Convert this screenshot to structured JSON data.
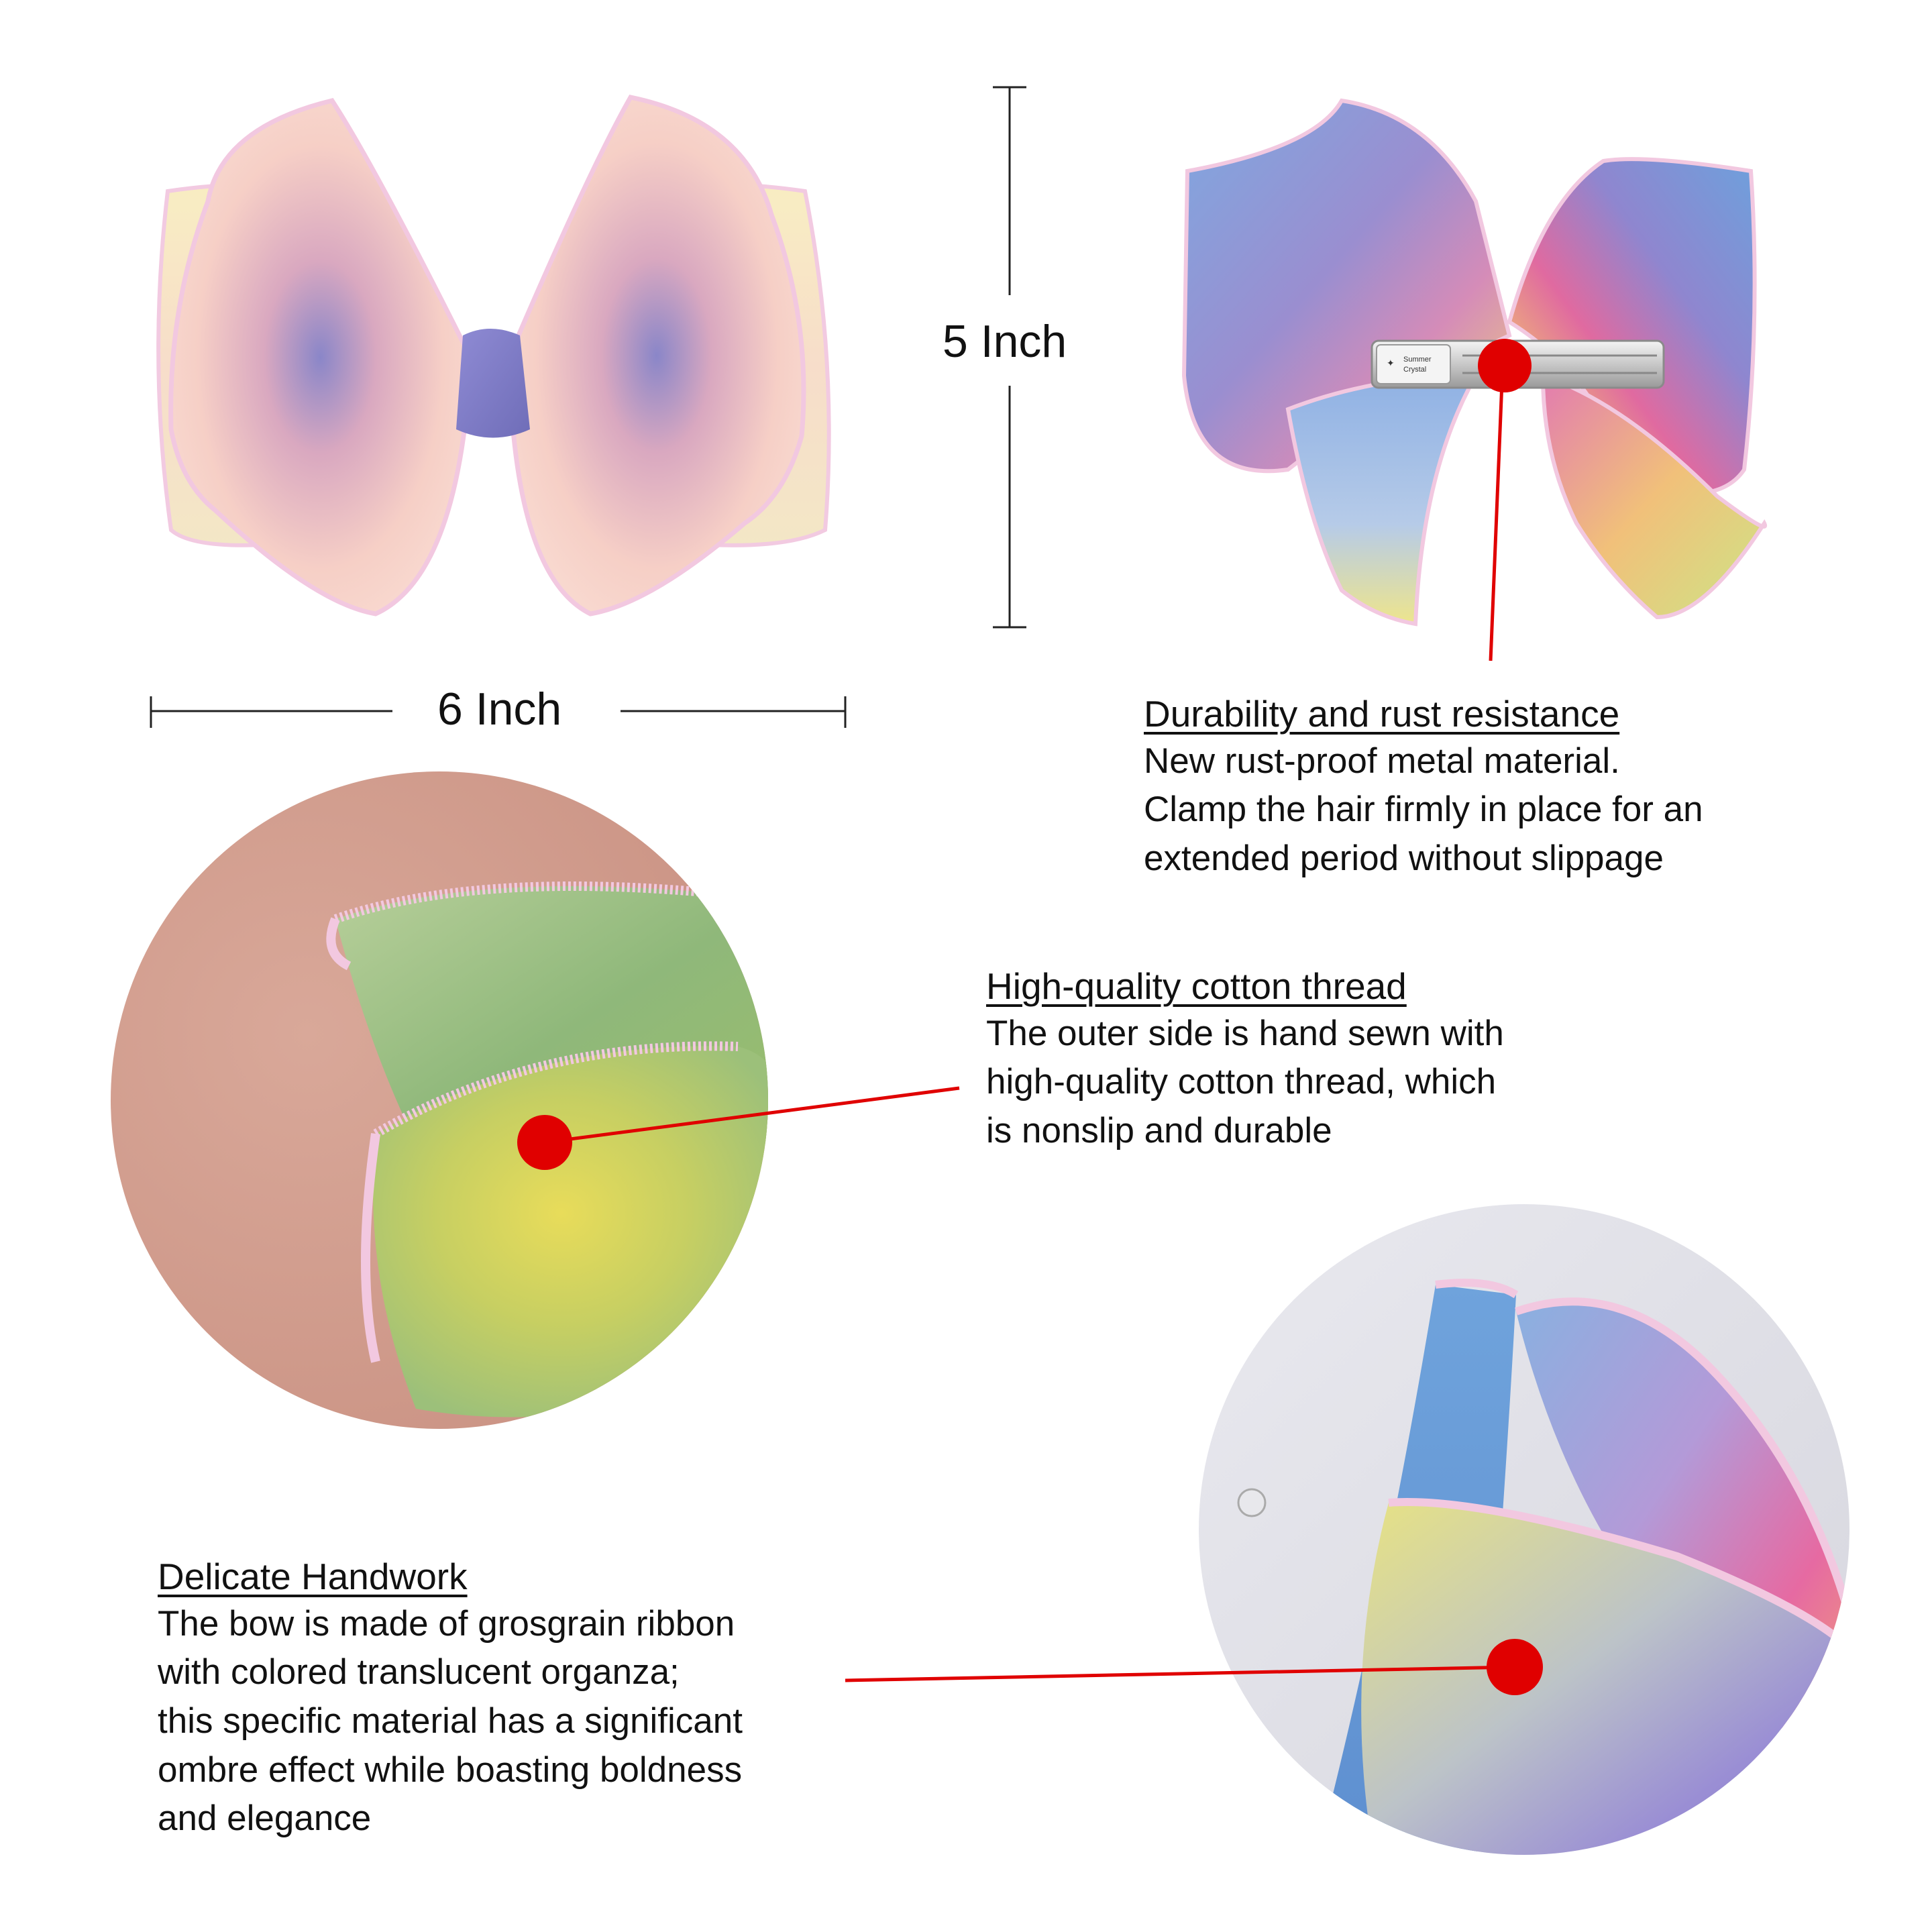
{
  "dimensions": {
    "width_label": "6 Inch",
    "height_label": "5 Inch"
  },
  "features": [
    {
      "title": "Durability and rust resistance",
      "lines": [
        "New rust-proof metal material.",
        "Clamp the hair firmly in place for an",
        "extended period without slippage"
      ]
    },
    {
      "title": "High-quality cotton thread",
      "lines": [
        "The outer side is hand sewn with",
        "high-quality cotton thread, which",
        "is nonslip and durable"
      ]
    },
    {
      "title": "Delicate Handwork",
      "lines": [
        "The bow is made of grosgrain ribbon",
        "with colored translucent organza;",
        "this specific material has a significant",
        "ombre effect while boasting boldness",
        "and elegance"
      ]
    }
  ],
  "clip_brand": [
    "Summer",
    "Crystal"
  ],
  "colors": {
    "callout_red": "#e00000",
    "piping_pink": "#f2c8e0"
  }
}
